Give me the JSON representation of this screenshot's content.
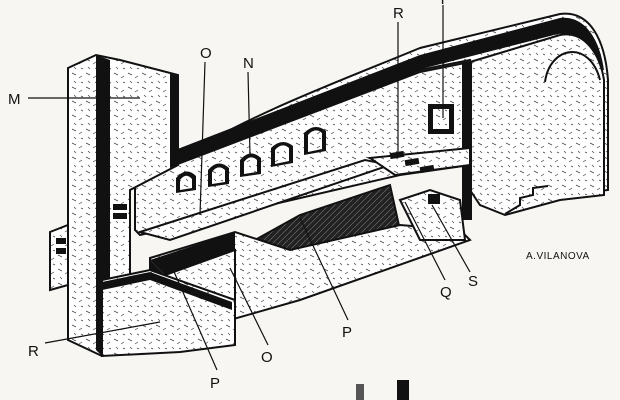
{
  "diagram": {
    "labels": {
      "M": "M",
      "O_top": "O",
      "N": "N",
      "R_top": "R",
      "T": "T",
      "R_bottom": "R",
      "P_left": "P",
      "O_bottom": "O",
      "P_center": "P",
      "Q": "Q",
      "S": "S"
    },
    "signature": "A.VILANOVA",
    "colors": {
      "ink": "#111111",
      "paper": "#f7f6f2",
      "stone": "#ffffff",
      "hatch": "#2a2a2a"
    }
  }
}
